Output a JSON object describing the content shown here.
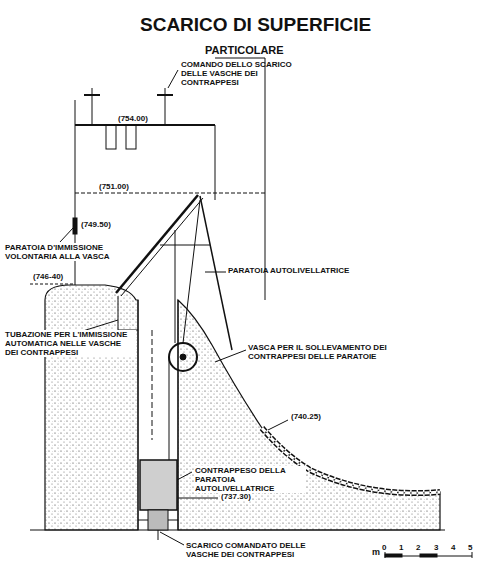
{
  "diagram": {
    "title": "SCARICO DI SUPERFICIE",
    "labels": [
      "PARTICOLARE",
      "COMANDO DELLO SCARICO DELLE VASCHE DEI CONTRAPPESI",
      "(754.00)",
      "(751.00)",
      "(749.50)",
      "PARATOIA AUTOLIVELLATRICE",
      "PARATOIA D'IMMISSIONE VOLONTARIA ALLA VASCA",
      "(746-40)",
      "TUBAZIONE PER L'IMMISSIONE AUTOMATICA NELLE VASCHE DEI CONTRAPPESI",
      "VASCA PER IL SOLLEVAMENTO DEI CONTRAPPESI DELLE PARATOIE",
      "(740.25)",
      "CONTRAPPESO DELLA PARATOIA AUTOLIVELLATRICE",
      "(737.30)",
      "SCARICO COMANDATO DELLE VASCHE DEI CONTRAPPESI",
      "m",
      "0",
      "1",
      "2",
      "3",
      "4",
      "5"
    ]
  }
}
